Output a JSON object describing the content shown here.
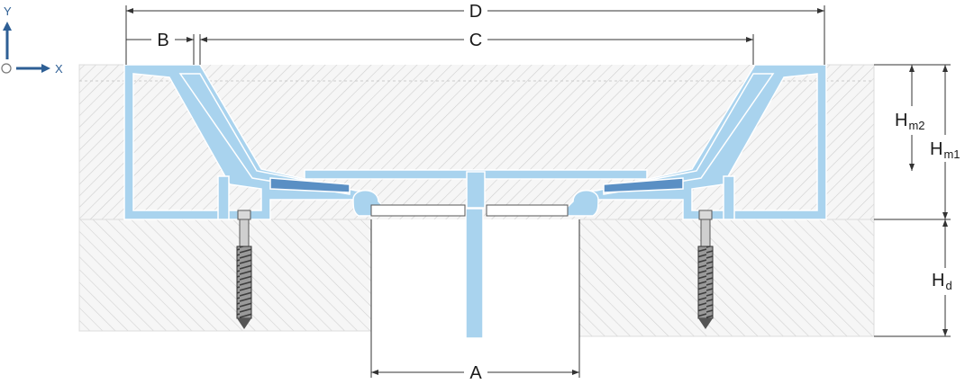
{
  "axes": {
    "y_label": "Y",
    "x_label": "X",
    "color": "#2e5f95"
  },
  "dimensions": {
    "A": "A",
    "B": "B",
    "C": "C",
    "D": "D",
    "Hm2": {
      "main": "H",
      "sub": "m2"
    },
    "Hm1": {
      "main": "H",
      "sub": "m1"
    },
    "Hd": {
      "main": "H",
      "sub": "d"
    }
  },
  "colors": {
    "profile": "#a9d3ee",
    "profile_stroke": "#ffffff",
    "hatch": "#cfcfcf",
    "substrate_bg": "#f4f4f4",
    "dimension_line": "#333333",
    "screw": "#6a6a6a"
  }
}
